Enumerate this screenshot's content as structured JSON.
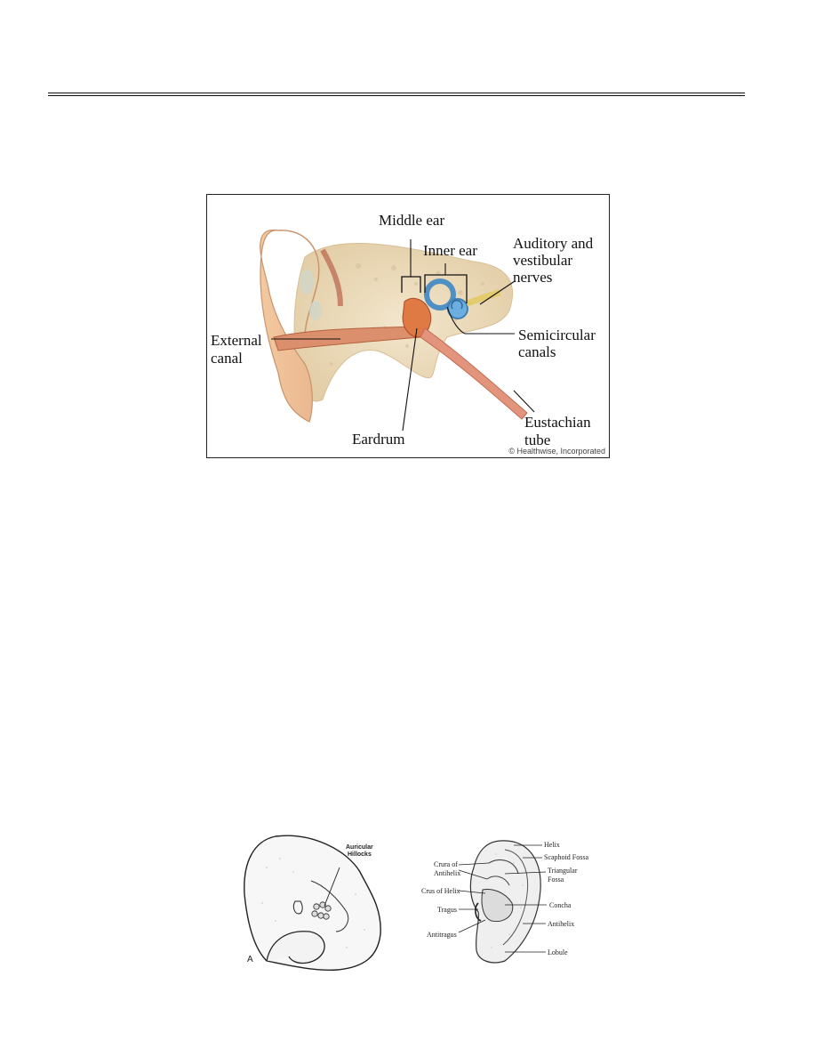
{
  "figure_ear": {
    "labels": {
      "middle_ear": "Middle ear",
      "inner_ear": "Inner ear",
      "auditory_nerves": [
        "Auditory and",
        "vestibular",
        "nerves"
      ],
      "external_canal": [
        "External",
        "canal"
      ],
      "semicircular_canals": [
        "Semicircular",
        "canals"
      ],
      "eardrum": "Eardrum",
      "eustachian_tube": [
        "Eustachian",
        "tube"
      ]
    },
    "credit": "© Healthwise, Incorporated"
  },
  "figure_embryo": {
    "hillocks_label": [
      "Auricular",
      "Hillocks"
    ],
    "panel_letter": "A"
  },
  "figure_auricle": {
    "labels": {
      "helix": "Helix",
      "scaphoid_fossa": "Scaphoid Fossa",
      "triangular_fossa": [
        "Triangular",
        "Fossa"
      ],
      "crura_of_antihelix": [
        "Crura of",
        "Antihelix"
      ],
      "crus_of_helix": "Crus of Helix",
      "concha": "Concha",
      "tragus": "Tragus",
      "antihelix": "Antihelix",
      "antitragus": "Antitragus",
      "lobule": "Lobule"
    }
  },
  "colors": {
    "skin": "#f2d3b0",
    "bone": "#ecdcbc",
    "canal": "#d98a6a",
    "inner_ear_blue": "#5a9fd0",
    "nerve_yellow": "#e8d27a"
  }
}
